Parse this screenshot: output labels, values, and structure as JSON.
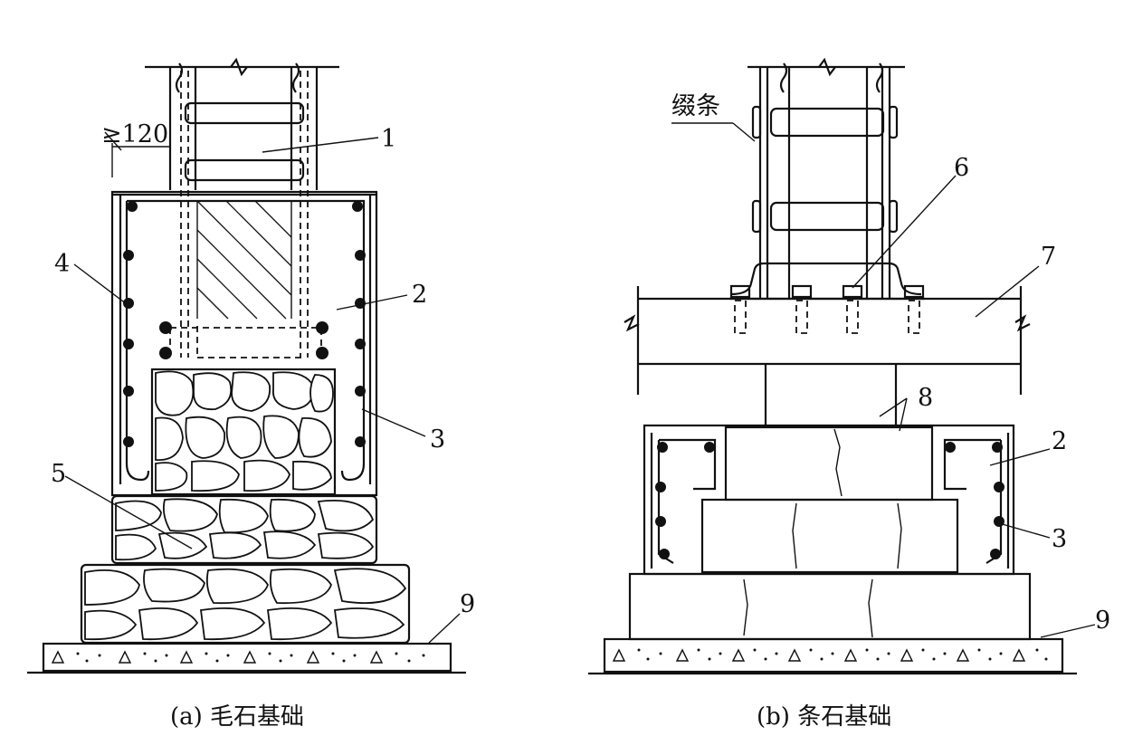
{
  "figure_a": {
    "caption": "(a) 毛石基础",
    "dimension": "≥120",
    "callouts": [
      "1",
      "2",
      "3",
      "4",
      "5",
      "9"
    ]
  },
  "figure_b": {
    "caption": "(b) 条石基础",
    "term": "缀条",
    "callouts": [
      "6",
      "7",
      "8",
      "2",
      "3",
      "9"
    ]
  }
}
